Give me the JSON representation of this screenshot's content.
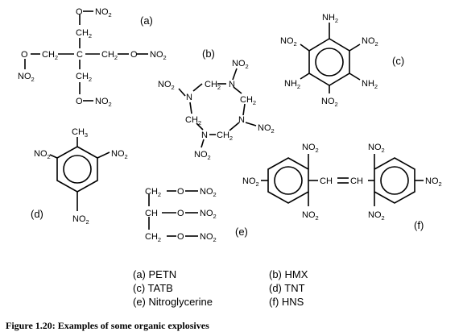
{
  "molecules": {
    "petn": {
      "tag": "(a)",
      "atoms": {
        "c": "C",
        "ch2": "CH",
        "ch2_sub": "2",
        "o": "O",
        "no": "NO",
        "no_sub": "2"
      }
    },
    "hmx": {
      "tag": "(b)",
      "atoms": {
        "n": "N",
        "ch2": "CH",
        "ch2_sub": "2",
        "no": "NO",
        "no_sub": "2"
      }
    },
    "tatb": {
      "tag": "(c)",
      "atoms": {
        "nh": "NH",
        "nh_sub": "2",
        "no": "NO",
        "no_sub": "2"
      }
    },
    "tnt": {
      "tag": "(d)",
      "atoms": {
        "ch": "CH",
        "ch_sub": "3",
        "no": "NO",
        "no_sub": "2"
      }
    },
    "nitroglycerine": {
      "tag": "(e)",
      "atoms": {
        "ch2": "CH",
        "ch2_sub": "2",
        "ch": "CH",
        "o": "O",
        "no": "NO",
        "no_sub": "2"
      }
    },
    "hns": {
      "tag": "(f)",
      "atoms": {
        "ch": "CH",
        "no": "NO",
        "no_sub": "2"
      }
    }
  },
  "legend": [
    {
      "label": "(a) PETN"
    },
    {
      "label": "(b) HMX"
    },
    {
      "label": "(c) TATB"
    },
    {
      "label": "(d) TNT"
    },
    {
      "label": "(e) Nitroglycerine"
    },
    {
      "label": "(f) HNS"
    }
  ],
  "caption": "Figure 1.20: Examples of some organic explosives"
}
